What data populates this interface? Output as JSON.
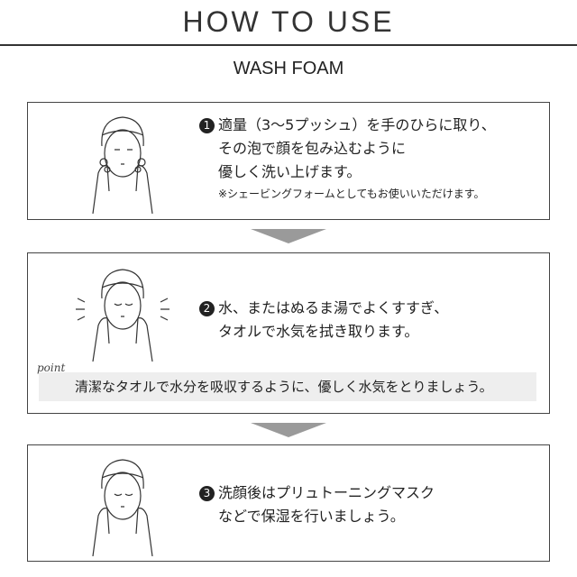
{
  "header": {
    "title": "HOW TO USE",
    "subtitle": "WASH FOAM"
  },
  "steps": [
    {
      "number": "1",
      "lines": [
        "適量（3〜5プッシュ）を手のひらに取り、",
        "その泡で顔を包み込むように",
        "優しく洗い上げます。"
      ],
      "note": "※シェービングフォームとしてもお使いいただけます。"
    },
    {
      "number": "2",
      "lines": [
        "水、またはぬるま湯でよくすすぎ、",
        "タオルで水気を拭き取ります。"
      ],
      "point_label": "point",
      "point_text": "清潔なタオルで水分を吸収するように、優しく水気をとりましょう。"
    },
    {
      "number": "3",
      "lines": [
        "洗顔後はプリュトーニングマスク",
        "などで保湿を行いましょう。"
      ]
    }
  ],
  "colors": {
    "arrow": "#9a9a9a",
    "point_bg": "#eeeeee"
  }
}
